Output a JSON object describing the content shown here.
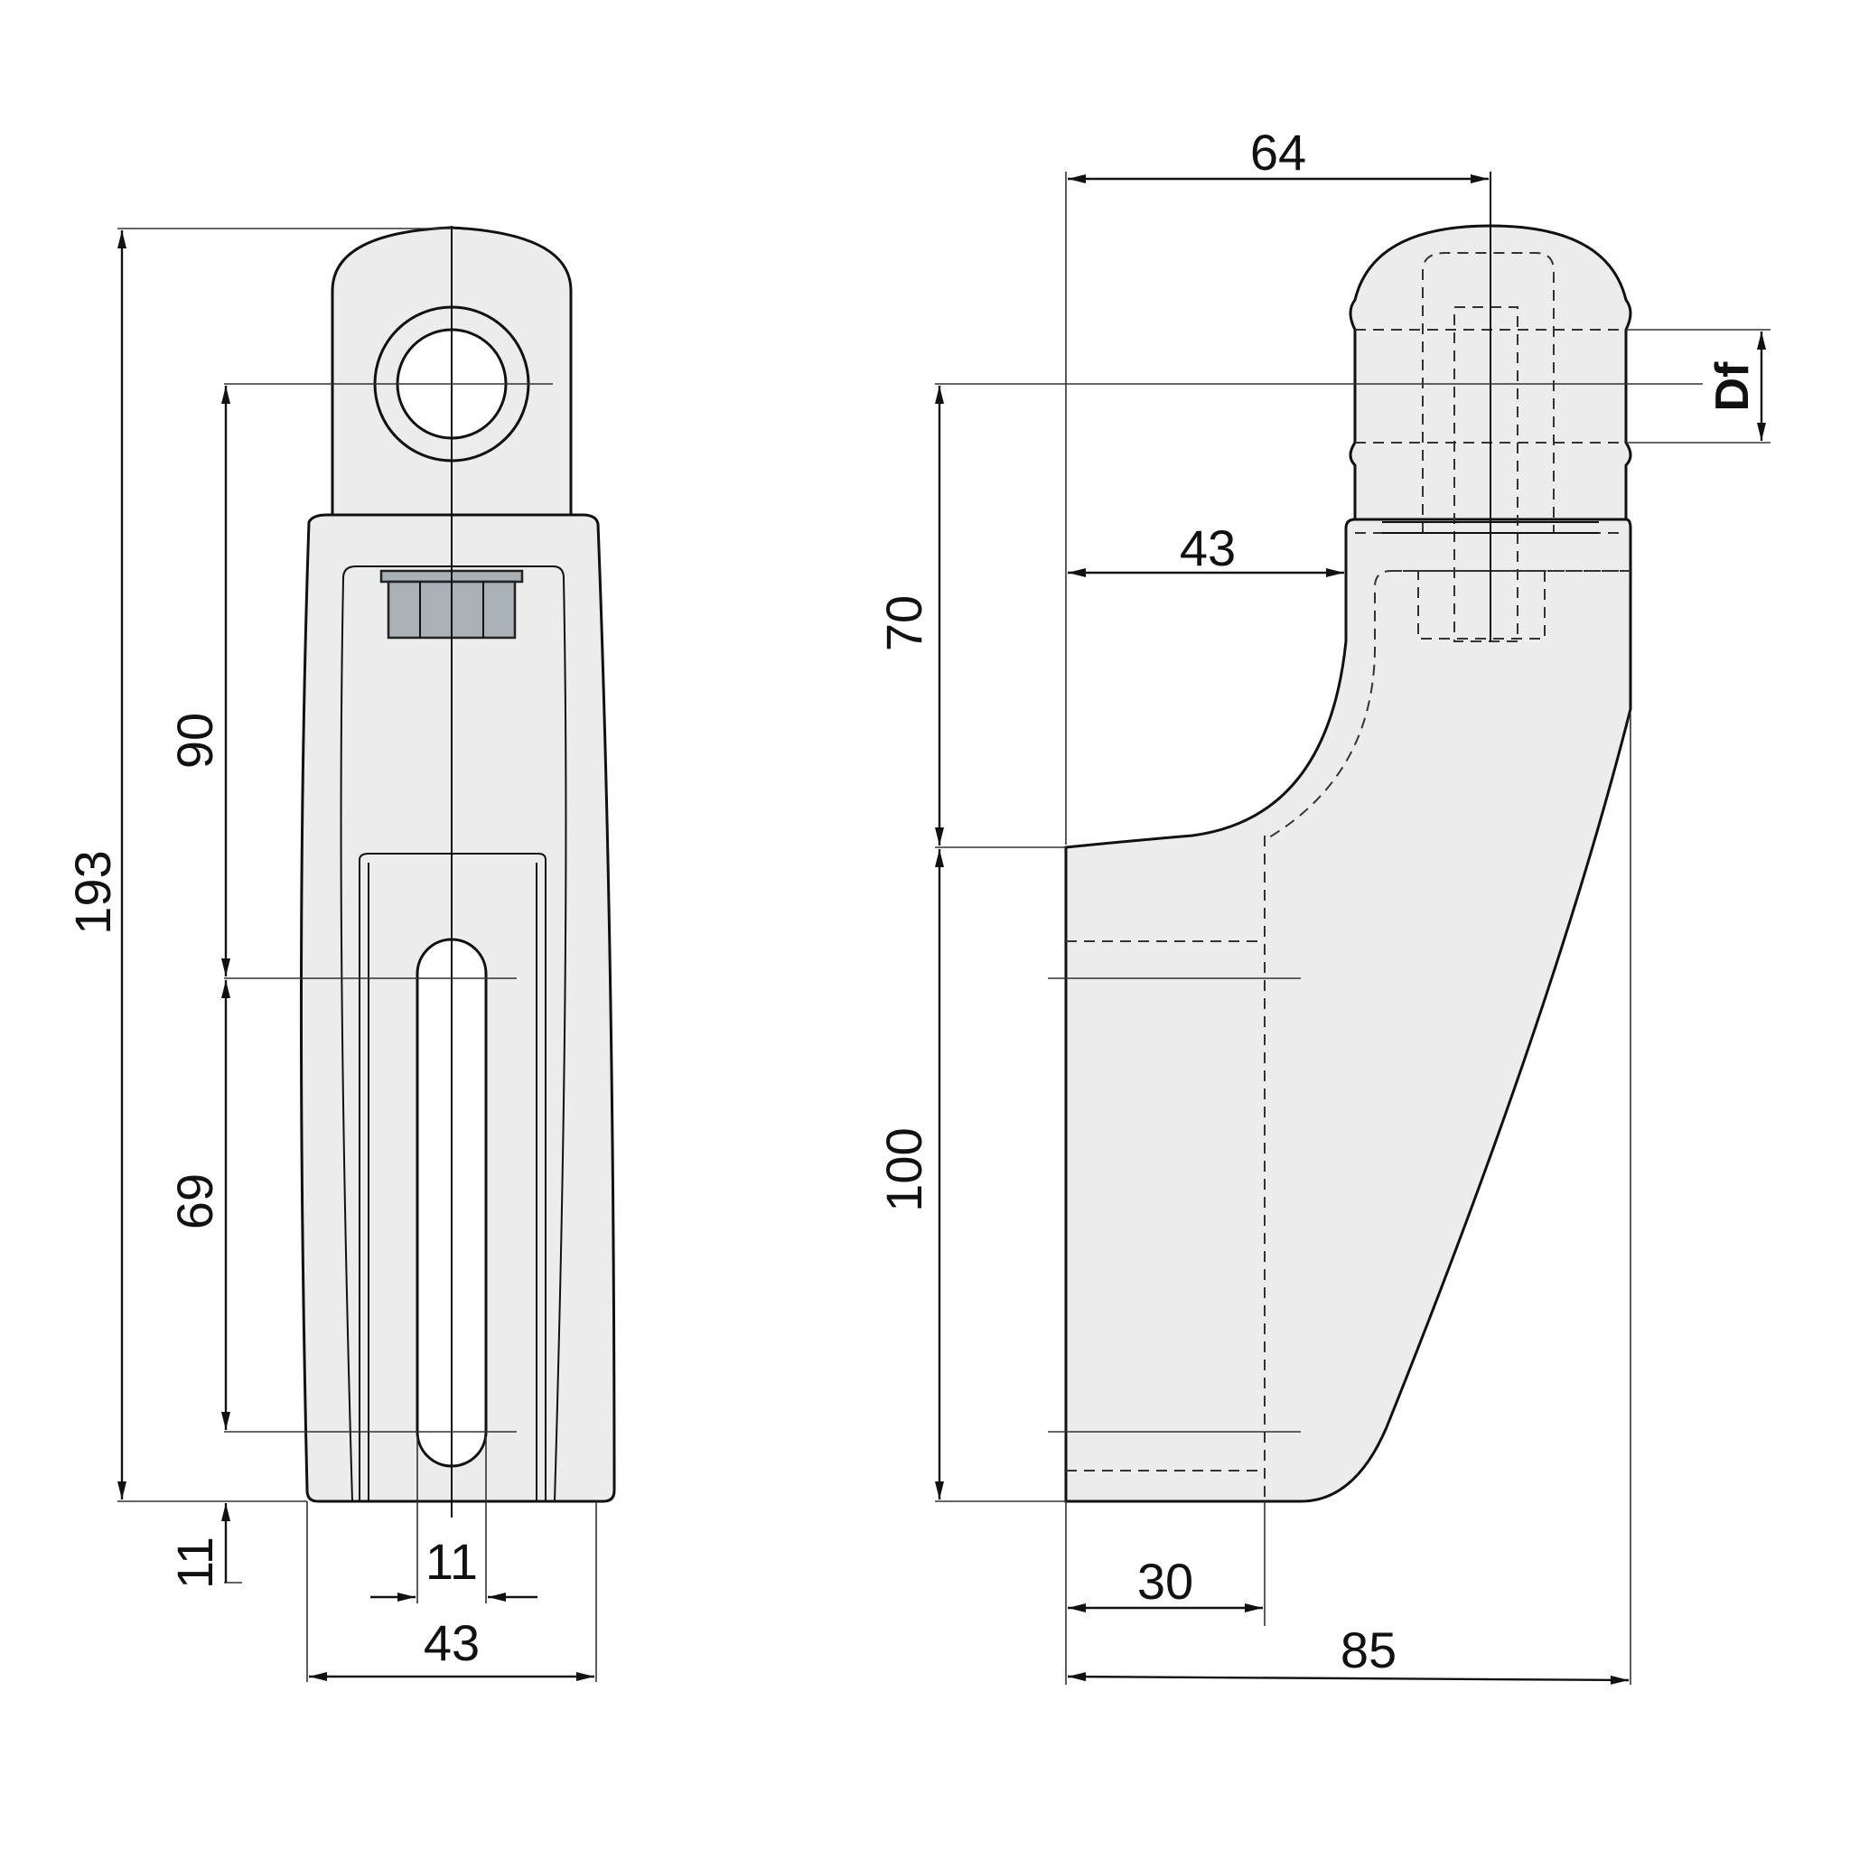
{
  "front_view": {
    "dimensions": {
      "overall_height": "193",
      "eye_to_slot_top": "90",
      "slot_length": "69",
      "bottom_offset": "11",
      "slot_width": "11",
      "body_width": "43"
    }
  },
  "side_view": {
    "dimensions": {
      "top_width": "64",
      "neck_offset": "43",
      "upper_height": "70",
      "lower_height": "100",
      "foot_depth": "30",
      "overall_depth": "85",
      "bolt_diameter": "Df"
    }
  },
  "colors": {
    "body": "#ebeceb",
    "nut": "#a9b0b6",
    "line": "#111111"
  }
}
